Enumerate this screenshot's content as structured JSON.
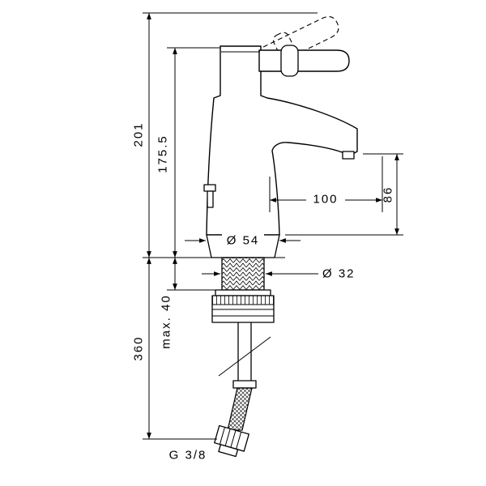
{
  "page": {
    "background": "#ffffff",
    "line_color": "#000000"
  },
  "drawing": {
    "dimensions": {
      "overall_height": "201",
      "height_to_body_top": "175.5",
      "spout_reach": "100",
      "outlet_height": "86",
      "base_diameter": "Ø 54",
      "shank_diameter": "Ø 32",
      "max_mounting_thickness": "max. 40",
      "connection_length": "360",
      "connection_thread": "G 3/8"
    }
  }
}
